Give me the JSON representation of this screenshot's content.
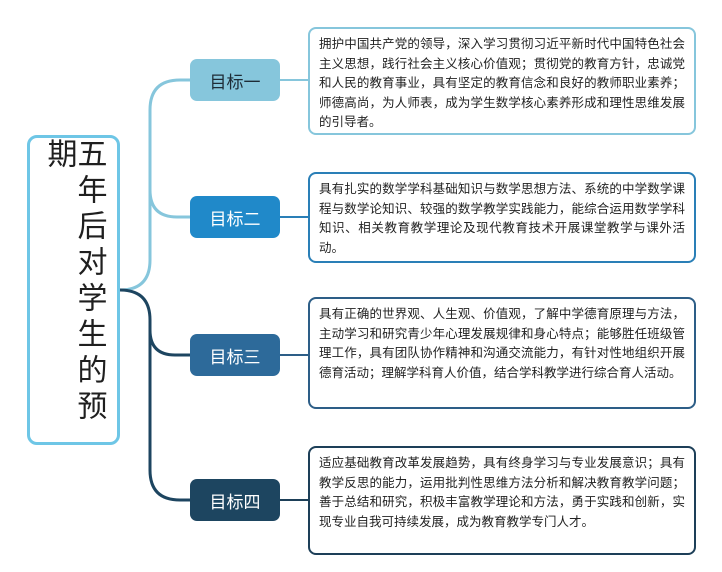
{
  "root": {
    "title": "五年后对学生的预期",
    "border_color": "#6ec6e6"
  },
  "goals": [
    {
      "label": "目标一",
      "bg": "#86c6dc",
      "fg": "#1d2b36",
      "border": "#86c6dc",
      "text": "拥护中国共产党的领导，深入学习贯彻习近平新时代中国特色社会主义思想，践行社会主义核心价值观；贯彻党的教育方针，忠诚党和人民的教育事业，具有坚定的教育信念和良好的教师职业素养；师德高尚，为人师表，成为学生数学核心素养形成和理性思维发展的引导者。"
    },
    {
      "label": "目标二",
      "bg": "#2089c9",
      "fg": "#ffffff",
      "border": "#2a7fb7",
      "text": "具有扎实的数学学科基础知识与数学思想方法、系统的中学数学课程与数学论知识、较强的数学教学实践能力，能综合运用数学学科知识、相关教育教学理论及现代教育技术开展课堂教学与课外活动。"
    },
    {
      "label": "目标三",
      "bg": "#2d6a9a",
      "fg": "#ffffff",
      "border": "#2d5e87",
      "text": "具有正确的世界观、人生观、价值观，了解中学德育原理与方法，主动学习和研究青少年心理发展规律和身心特点；能够胜任班级管理工作，具有团队协作精神和沟通交流能力，有针对性地组织开展德育活动；理解学科育人价值，结合学科教学进行综合育人活动。"
    },
    {
      "label": "目标四",
      "bg": "#1d4560",
      "fg": "#ffffff",
      "border": "#1d3f58",
      "text": "适应基础教育改革发展趋势，具有终身学习与专业发展意识；具有教学反思的能力，运用批判性思维方法分析和解决教育教学问题；善于总结和研究，积极丰富教学理论和方法，勇于实践和创新，实现专业自我可持续发展，成为教育教学专门人才。"
    }
  ],
  "connector_colors": {
    "upper": "#86c6dc",
    "lower": "#1d4560"
  }
}
